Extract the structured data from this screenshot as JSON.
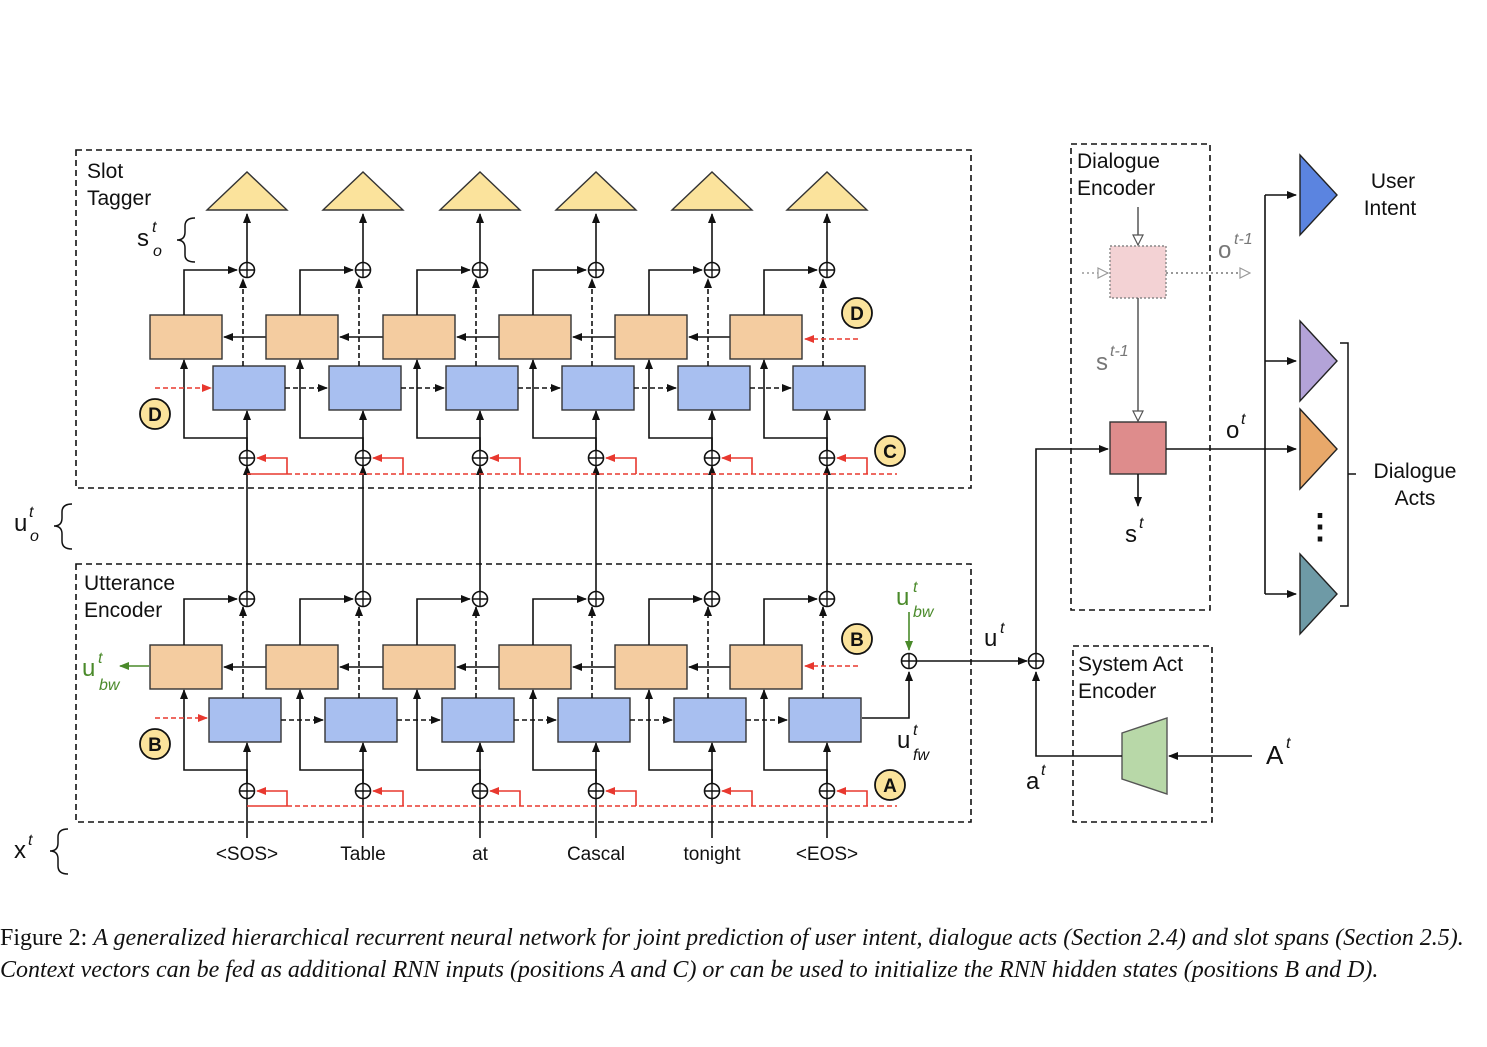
{
  "slot_tagger": {
    "title_line1": "Slot",
    "title_line2": "Tagger"
  },
  "utterance_encoder": {
    "title_line1": "Utterance",
    "title_line2": "Encoder"
  },
  "dialogue_encoder": {
    "title_line1": "Dialogue",
    "title_line2": "Encoder"
  },
  "system_act_encoder": {
    "title_line1": "System Act",
    "title_line2": "Encoder"
  },
  "tokens": [
    "<SOS>",
    "Table",
    "at",
    "Cascal",
    "tonight",
    "<EOS>"
  ],
  "labels": {
    "s_o": "s",
    "s_o_sup": "t",
    "s_o_sub": "o",
    "u_o": "u",
    "u_o_sup": "t",
    "u_o_sub": "o",
    "x": "x",
    "x_sup": "t",
    "u_bw": "u",
    "u_bw_sup": "t",
    "u_bw_sub": "bw",
    "u_fw": "u",
    "u_fw_sup": "t",
    "u_fw_sub": "fw",
    "u": "u",
    "u_sup": "t",
    "a": "a",
    "a_sup": "t",
    "A": "A",
    "A_sup": "t",
    "o_prev": "o",
    "o_prev_sup": "t-1",
    "s_prev": "s",
    "s_prev_sup": "t-1",
    "o": "o",
    "o_sup": "t",
    "s": "s",
    "s_sup": "t"
  },
  "markers": {
    "a": "A",
    "b": "B",
    "c": "C",
    "d": "D"
  },
  "outputs": {
    "user_intent_line1": "User",
    "user_intent_line2": "Intent",
    "dialogue_acts_line1": "Dialogue",
    "dialogue_acts_line2": "Acts",
    "ellipsis": "⋮"
  },
  "colors": {
    "orange": "#f4cca0",
    "blue": "#a8bff0",
    "yellow": "#fbe39c",
    "red_arrow": "#e8382f",
    "green": "#4a8a2a",
    "dialogue_cell": "#de8c8c",
    "prev_cell": "#f3d2d4",
    "system_act": "#b8d8a8",
    "intent_blue": "#5b84e0",
    "act_purple": "#b3a3d8",
    "act_orange": "#e8a86a",
    "act_teal": "#6e9aa6"
  },
  "caption": {
    "label": "Figure 2:",
    "text1": "A generalized hierarchical recurrent neural network for joint prediction of user intent, dialogue acts (Section 2.4) and slot spans (Section 2.5).  Context vectors can be fed as additional RNN inputs (positions ",
    "pos_a": "A",
    "text2": " and ",
    "pos_c": "C",
    "text3": ") or can be used to initialize the RNN hidden states (positions ",
    "pos_b": "B",
    "text4": " and ",
    "pos_d": "D",
    "text5": ")."
  }
}
